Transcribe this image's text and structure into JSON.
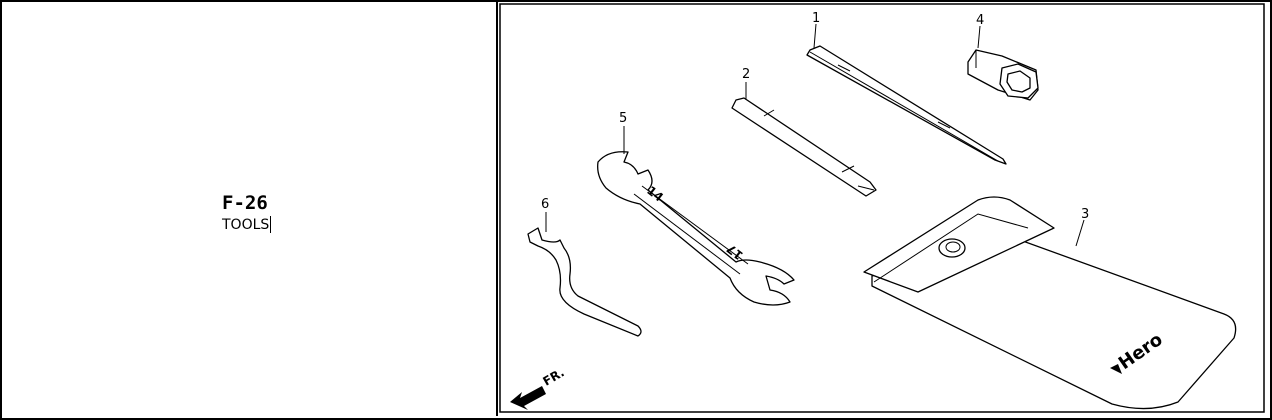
{
  "page": {
    "code": "F-26",
    "name": "TOOLS"
  },
  "diagram": {
    "direction_label": "FR.",
    "brand_text": "Hero",
    "callouts": [
      "1",
      "2",
      "3",
      "4",
      "5",
      "6"
    ],
    "wrench_sizes": [
      "14",
      "17"
    ]
  }
}
